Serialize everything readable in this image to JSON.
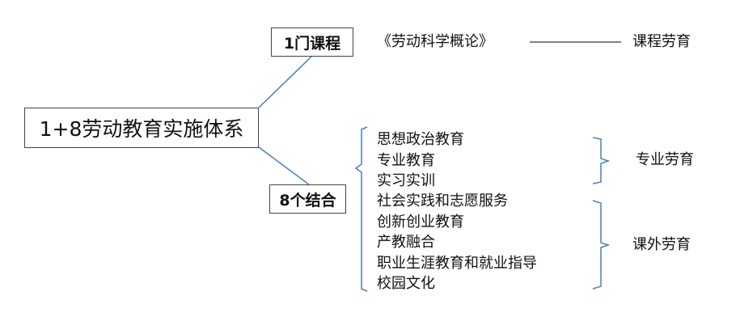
{
  "diagram": {
    "root": "1+8劳动教育实施体系",
    "course": {
      "label": "1门课程",
      "book": "《劳动科学概论》",
      "category": "课程劳育"
    },
    "combine": {
      "label": "8个结合",
      "professional": {
        "items": [
          "思想政治教育",
          "专业教育",
          "实习实训"
        ],
        "category": "专业劳育"
      },
      "extracurricular": {
        "items": [
          "社会实践和志愿服务",
          "创新创业教育",
          "产教融合",
          "职业生涯教育和就业指导",
          "校园文化"
        ],
        "category": "课外劳育"
      }
    },
    "line_color": "#4a7ebb",
    "bracket_color": "#4a7ebb"
  }
}
